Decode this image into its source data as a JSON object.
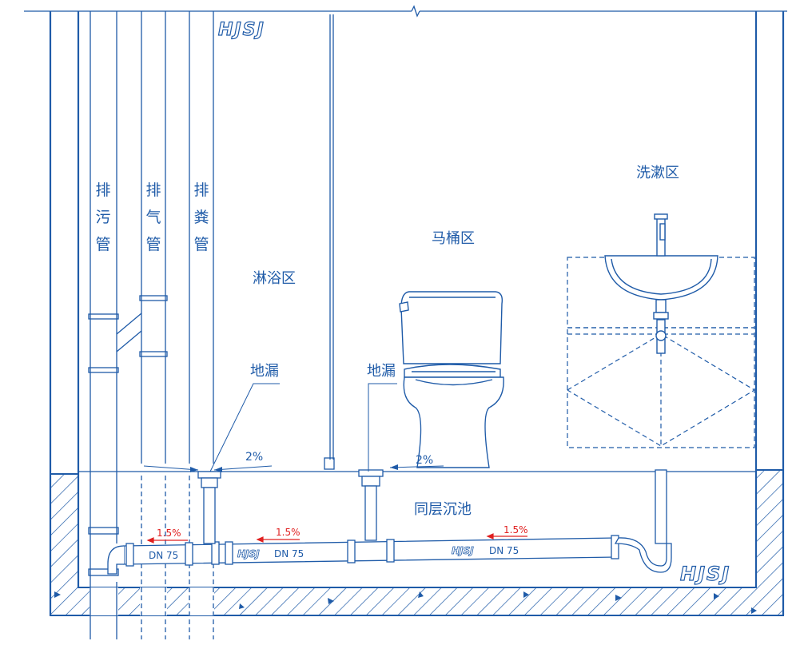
{
  "colors": {
    "line": "#1f5ba8",
    "pipe_fill": "#ffffff",
    "accent_red": "#e02020",
    "hatch": "#1f5ba8"
  },
  "logo_text": "HJSJ",
  "zones": {
    "shower": "淋浴区",
    "toilet": "马桶区",
    "wash": "洗漱区",
    "sunken": "同层沉池"
  },
  "pipes": {
    "sewage": [
      "排",
      "污",
      "管"
    ],
    "vent": [
      "排",
      "气",
      "管"
    ],
    "feces": [
      "排",
      "粪",
      "管"
    ]
  },
  "labels": {
    "floor_drain_left": "地漏",
    "floor_drain_mid": "地漏",
    "slope_left": "2%",
    "slope_mid": "2%",
    "slope_pipe_1": "1.5%",
    "slope_pipe_2": "1.5%",
    "slope_pipe_3": "1.5%",
    "dn_1": "DN 75",
    "dn_2": "DN 75",
    "dn_3": "DN 75"
  }
}
